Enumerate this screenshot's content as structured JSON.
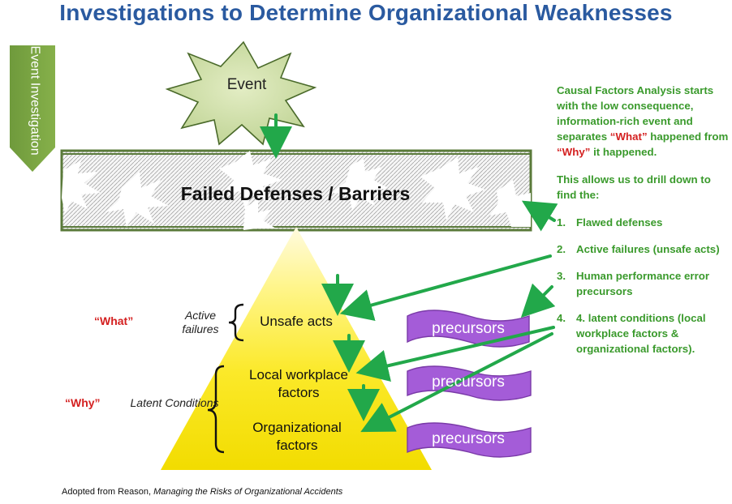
{
  "title": "Investigations to Determine Organizational Weaknesses",
  "side_label": "Event Investigation",
  "event_label": "Event",
  "barrier_label": "Failed Defenses / Barriers",
  "tiers": {
    "unsafe": "Unsafe acts",
    "local": "Local workplace factors",
    "org": "Organizational factors"
  },
  "left": {
    "what": "“What”",
    "why": "“Why”",
    "active": "Active failures",
    "latent": "Latent Conditions"
  },
  "precursor_label": "precursors",
  "right_panel": {
    "intro_part1": "Causal Factors Analysis starts with the low consequence, information-rich event and separates ",
    "what": "“What”",
    "intro_part2": " happened from ",
    "why": "“Why”",
    "intro_part3": " it happened.",
    "drill": "This allows us to drill down to find the:",
    "items": [
      {
        "num": "1.",
        "text": "Flawed defenses"
      },
      {
        "num": "2.",
        "text": "Active failures (unsafe acts)"
      },
      {
        "num": "3.",
        "text": "Human performance error precursors"
      },
      {
        "num": "4.",
        "text": "4. latent conditions (local workplace factors & organizational factors)."
      }
    ]
  },
  "footnote": {
    "prefix": "Adopted from Reason, ",
    "book": "Managing the Risks of Organizational Accidents"
  },
  "colors": {
    "title": "#2a5aa0",
    "arrow_green": "#22a84a",
    "text_green": "#3a9a2c",
    "barrier_green": "#5a7a3a",
    "banner_purple": "#a45cd8",
    "red": "#d42020"
  }
}
